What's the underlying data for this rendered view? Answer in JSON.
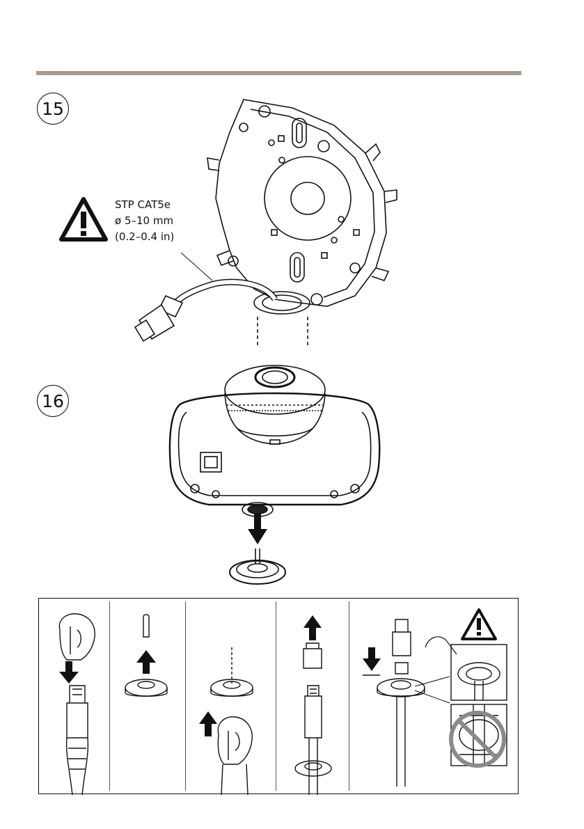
{
  "steps": [
    {
      "number": "15"
    },
    {
      "number": "16"
    }
  ],
  "cable_spec": {
    "line1": "STP CAT5e",
    "line2": "ø 5–10 mm",
    "line3": "(0.2–0.4 in)"
  },
  "colors": {
    "rule": "#a89a8f",
    "prohibition": "#8a8a8a",
    "line": "#111111"
  },
  "icons": [
    "warning-icon",
    "arrow-down-icon",
    "arrow-up-icon",
    "prohibited-icon"
  ]
}
